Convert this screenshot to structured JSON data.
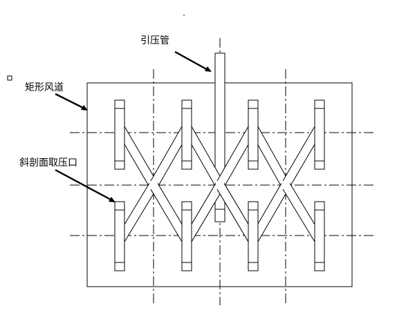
{
  "labels": {
    "pressure_pipe": "引压管",
    "rect_duct": "矩形风道",
    "inclined_port": "斜剖面取压口"
  },
  "colors": {
    "line": "#000000",
    "background": "#ffffff"
  }
}
